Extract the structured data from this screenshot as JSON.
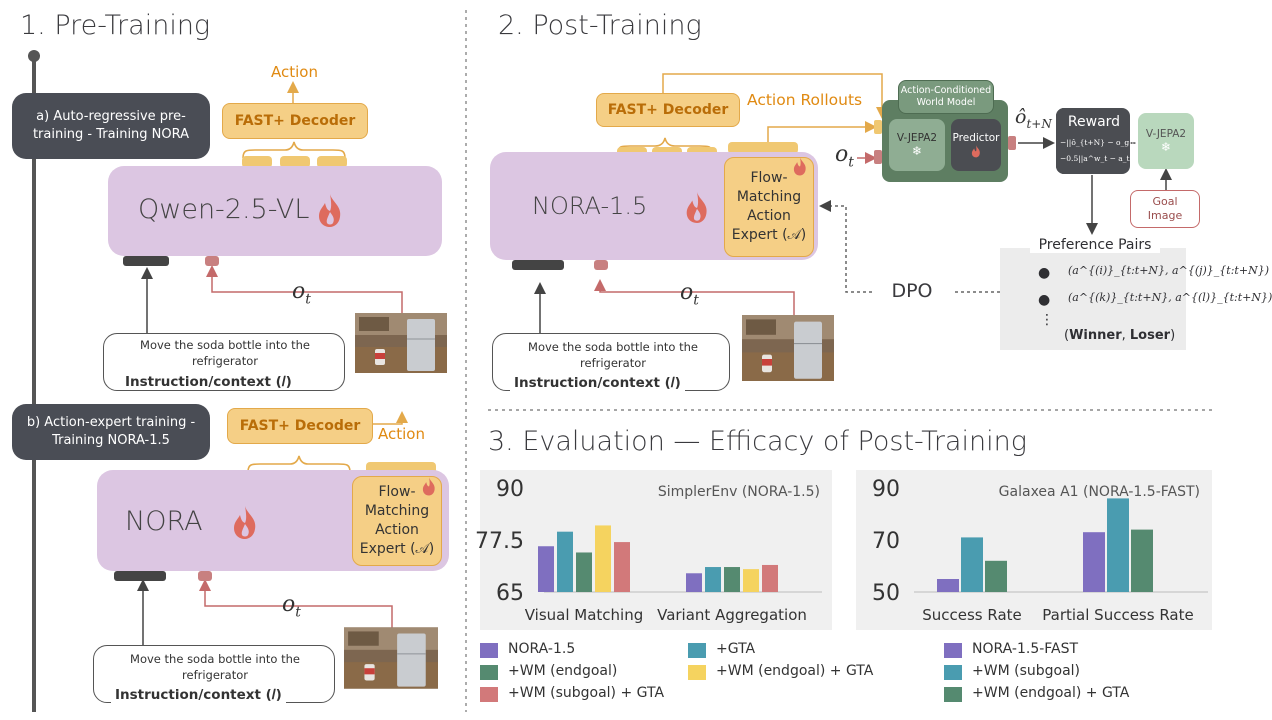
{
  "sections": {
    "pretraining": "1. Pre-Training",
    "posttraining": "2. Post-Training",
    "evaluation": "3. Evaluation — Efficacy of Post-Training"
  },
  "pretraining": {
    "stage_a": "a) Auto-regressive pre-training - Training NORA",
    "stage_b": "b) Action-expert training - Training NORA-1.5",
    "action_a": "Action",
    "action_b": "Action",
    "decoder_a": "FAST+ Decoder",
    "decoder_b": "FAST+ Decoder",
    "model_a": "Qwen-2.5-VL",
    "model_b": "NORA",
    "expert_b": "Flow-Matching Action Expert (𝒜)",
    "instruction_a": "Move the soda bottle into the refrigerator",
    "instruction_b": "Move the soda bottle into the refrigerator",
    "instr_label_a": "Instruction/context (𝐼)",
    "instr_label_b": "Instruction/context (𝐼)",
    "obs_a": "o",
    "obs_b": "o",
    "obs_sub": "t"
  },
  "posttraining": {
    "decoder": "FAST+ Decoder",
    "rollouts": "Action Rollouts",
    "model": "NORA-1.5",
    "expert": "Flow-Matching Action Expert (𝒜)",
    "obs": "o",
    "obs_sub": "t",
    "obs_input": "o",
    "obs_input_sub": "t",
    "instruction": "Move the soda bottle into the refrigerator",
    "instr_label": "Instruction/context (𝐼)",
    "world_model_title": "Action-Conditioned World Model",
    "vjepa_left": "V-JEPA2",
    "predictor": "Predictor",
    "pred_obs": "ô",
    "pred_obs_sub": "t+N",
    "reward_title": "Reward",
    "reward_line1": "−||ô_{t+N} − o_g||₁",
    "reward_line2": "−0.5||a^w_t − a_t||₁",
    "vjepa_right": "V-JEPA2",
    "goal_image": "Goal Image",
    "preference_title": "Preference Pairs",
    "pref_row1": "(a^{(i)}_{t:t+N}, a^{(j)}_{t:t+N})",
    "pref_row2": "(a^{(k)}_{t:t+N}, a^{(l)}_{t:t+N})",
    "winner": "Winner",
    "loser": "Loser",
    "dpo": "DPO"
  },
  "colors": {
    "nora15": "#7f6fc0",
    "gta": "#4a9cb0",
    "wm_endgoal": "#558a70",
    "wm_endgoal_gta": "#f5d35f",
    "wm_subgoal_gta": "#d2797a",
    "fast": "#7f6fc0",
    "subgoal": "#4a9cb0",
    "endgoal_gta": "#558a70"
  },
  "chart_data": [
    {
      "type": "bar",
      "title": "SimplerEnv (NORA-1.5)",
      "categories": [
        "Visual Matching",
        "Variant Aggregation"
      ],
      "yticks": [
        65,
        77.5,
        90
      ],
      "ylim": [
        65,
        90
      ],
      "series": [
        {
          "name": "NORA-1.5",
          "values": [
            76,
            69.5
          ]
        },
        {
          "name": "+GTA",
          "values": [
            79.5,
            71
          ]
        },
        {
          "name": "+WM (endgoal)",
          "values": [
            74.5,
            71
          ]
        },
        {
          "name": "+WM (endgoal) + GTA",
          "values": [
            81,
            70.5
          ]
        },
        {
          "name": "+WM (subgoal) + GTA",
          "values": [
            77,
            71.5
          ]
        }
      ]
    },
    {
      "type": "bar",
      "title": "Galaxea A1 (NORA-1.5-FAST)",
      "categories": [
        "Success Rate",
        "Partial Success Rate"
      ],
      "yticks": [
        50,
        70,
        90
      ],
      "ylim": [
        50,
        90
      ],
      "series": [
        {
          "name": "NORA-1.5-FAST",
          "values": [
            55,
            73
          ]
        },
        {
          "name": "+WM (subgoal)",
          "values": [
            71,
            86
          ]
        },
        {
          "name": "+WM (endgoal) + GTA",
          "values": [
            62,
            74
          ]
        }
      ]
    }
  ],
  "legend": {
    "left": [
      {
        "label": "NORA-1.5",
        "color": "#7f6fc0"
      },
      {
        "label": "+GTA",
        "color": "#4a9cb0"
      },
      {
        "label": "+WM (endgoal)",
        "color": "#558a70"
      },
      {
        "label": "+WM (endgoal) + GTA",
        "color": "#f5d35f"
      },
      {
        "label": "+WM (subgoal) + GTA",
        "color": "#d2797a"
      }
    ],
    "right": [
      {
        "label": "NORA-1.5-FAST",
        "color": "#7f6fc0"
      },
      {
        "label": "+WM (subgoal)",
        "color": "#4a9cb0"
      },
      {
        "label": "+WM (endgoal) + GTA",
        "color": "#558a70"
      }
    ]
  }
}
